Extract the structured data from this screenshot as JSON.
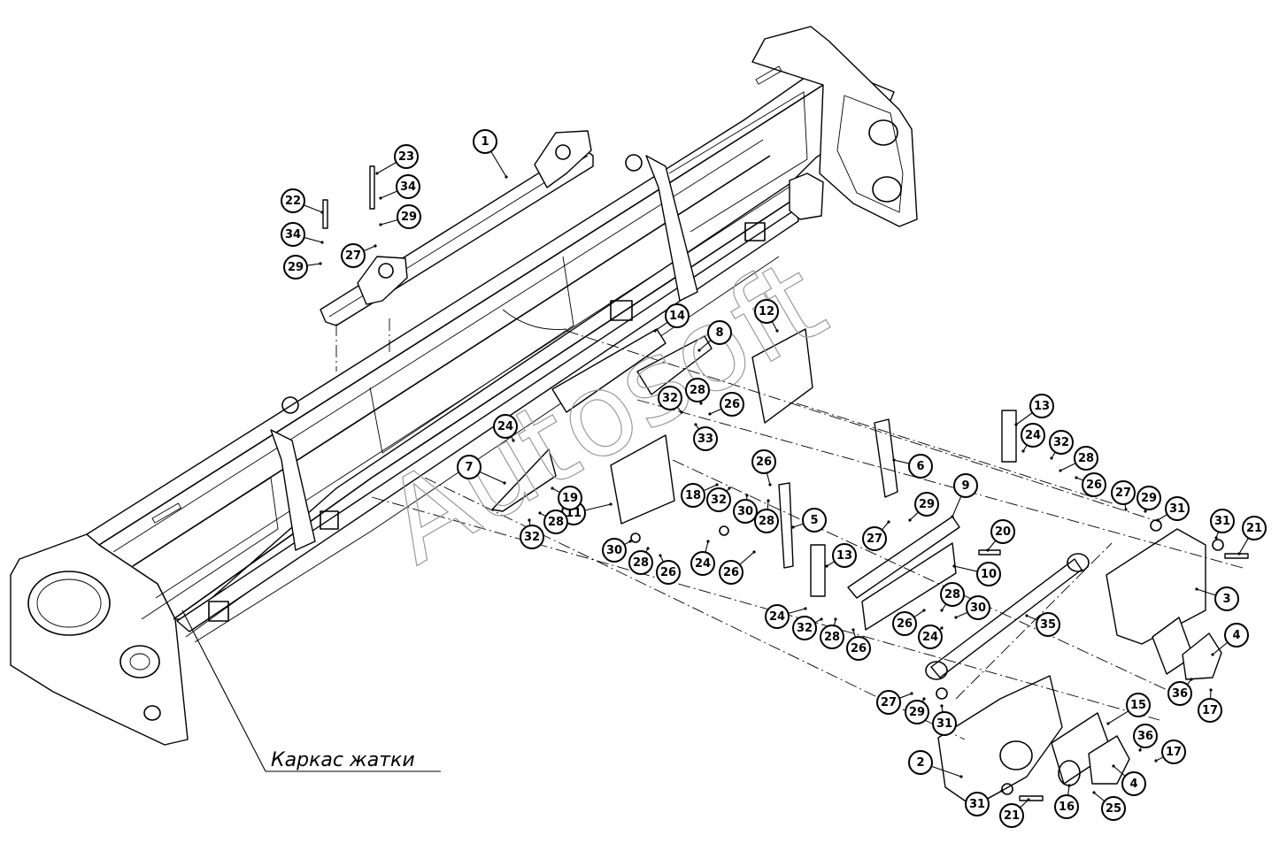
{
  "caption": "Каркас жатки",
  "watermark": "Autosoft",
  "callouts": [
    {
      "num": "1"
    },
    {
      "num": "2"
    },
    {
      "num": "3"
    },
    {
      "num": "4"
    },
    {
      "num": "4"
    },
    {
      "num": "5"
    },
    {
      "num": "6"
    },
    {
      "num": "7"
    },
    {
      "num": "8"
    },
    {
      "num": "9"
    },
    {
      "num": "10"
    },
    {
      "num": "11"
    },
    {
      "num": "12"
    },
    {
      "num": "13"
    },
    {
      "num": "13"
    },
    {
      "num": "14"
    },
    {
      "num": "15"
    },
    {
      "num": "16"
    },
    {
      "num": "17"
    },
    {
      "num": "17"
    },
    {
      "num": "18"
    },
    {
      "num": "19"
    },
    {
      "num": "20"
    },
    {
      "num": "21"
    },
    {
      "num": "21"
    },
    {
      "num": "22"
    },
    {
      "num": "23"
    },
    {
      "num": "24"
    },
    {
      "num": "24"
    },
    {
      "num": "24"
    },
    {
      "num": "24"
    },
    {
      "num": "24"
    },
    {
      "num": "25"
    },
    {
      "num": "26"
    },
    {
      "num": "26"
    },
    {
      "num": "26"
    },
    {
      "num": "26"
    },
    {
      "num": "26"
    },
    {
      "num": "26"
    },
    {
      "num": "26"
    },
    {
      "num": "27"
    },
    {
      "num": "27"
    },
    {
      "num": "27"
    },
    {
      "num": "27"
    },
    {
      "num": "28"
    },
    {
      "num": "28"
    },
    {
      "num": "28"
    },
    {
      "num": "28"
    },
    {
      "num": "28"
    },
    {
      "num": "28"
    },
    {
      "num": "28"
    },
    {
      "num": "29"
    },
    {
      "num": "29"
    },
    {
      "num": "29"
    },
    {
      "num": "29"
    },
    {
      "num": "29"
    },
    {
      "num": "30"
    },
    {
      "num": "30"
    },
    {
      "num": "30"
    },
    {
      "num": "31"
    },
    {
      "num": "31"
    },
    {
      "num": "31"
    },
    {
      "num": "31"
    },
    {
      "num": "32"
    },
    {
      "num": "32"
    },
    {
      "num": "32"
    },
    {
      "num": "32"
    },
    {
      "num": "32"
    },
    {
      "num": "33"
    },
    {
      "num": "34"
    },
    {
      "num": "34"
    },
    {
      "num": "35"
    },
    {
      "num": "36"
    },
    {
      "num": "36"
    }
  ]
}
